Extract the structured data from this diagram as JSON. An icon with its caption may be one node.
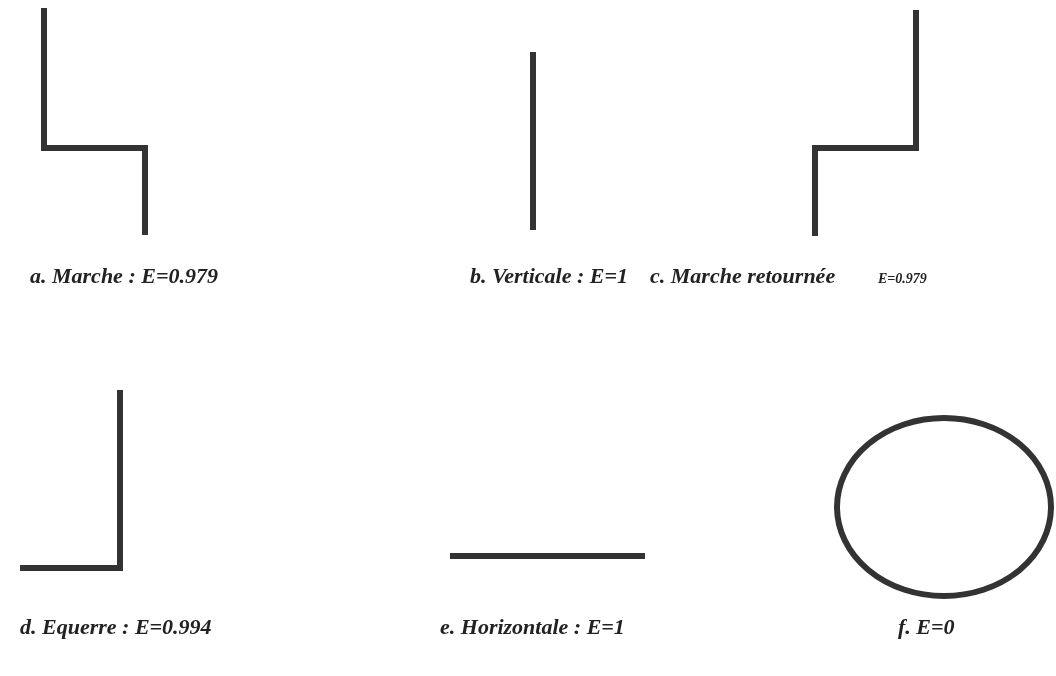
{
  "diagram": {
    "labels": [
      "a. Marche : E=0.979",
      "b. Verticale : E=1",
      "c. Marche retournée",
      "E=0.979",
      "d. Equerre : E=0.994",
      "e. Horizontale : E=1",
      "f. E=0"
    ]
  }
}
